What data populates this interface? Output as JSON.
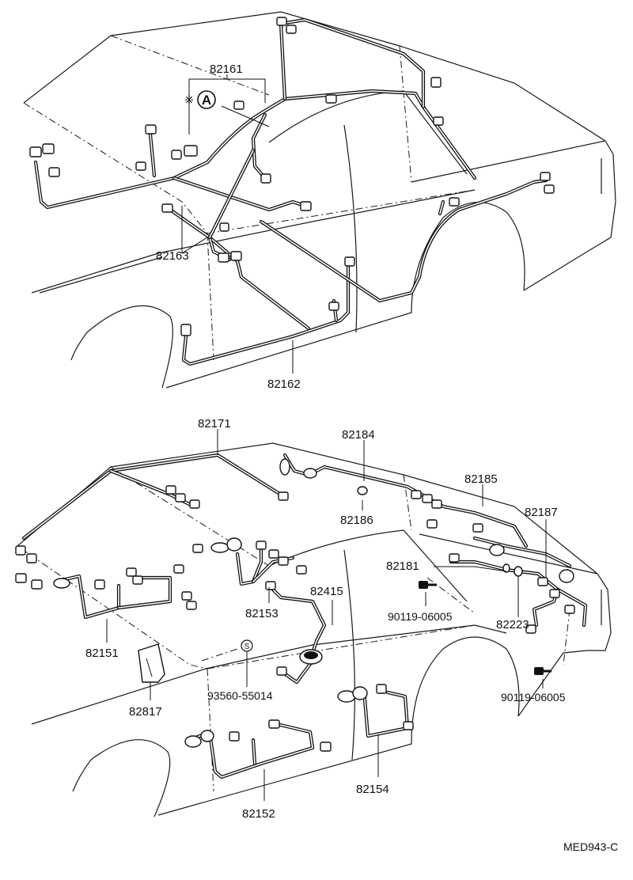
{
  "upper_diagram": {
    "callouts": {
      "p82161": "82161",
      "p82162": "82162",
      "p82163": "82163"
    },
    "note_mark": "※",
    "view_marker": "A"
  },
  "lower_diagram": {
    "callouts": {
      "p82171": "82171",
      "p82184": "82184",
      "p82185": "82185",
      "p82186": "82186",
      "p82187": "82187",
      "p82181": "82181",
      "p82415": "82415",
      "p82153": "82153",
      "p90119_a": "90119-06005",
      "p82223": "82223",
      "p82151": "82151",
      "p82817": "82817",
      "p93560": "93560-55014",
      "p90119_b": "90119-06005",
      "p82152": "82152",
      "p82154": "82154"
    },
    "s_mark": "S"
  },
  "drawing_code": "MED943-C"
}
